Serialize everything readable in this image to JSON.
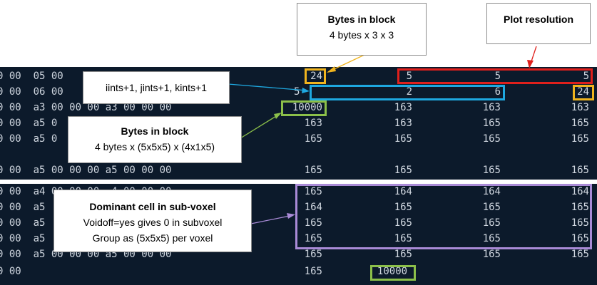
{
  "terminal_top": {
    "rows": [
      {
        "hex": "0 00  05 00",
        "cols": [
          "24",
          "5",
          "5",
          "5"
        ]
      },
      {
        "hex": "0 00  06 00",
        "cols": [
          "5",
          "2",
          "6",
          "24"
        ]
      },
      {
        "hex": "0 00  a3 00 00 00 a3 00 00 00",
        "cols": [
          "10000",
          "163",
          "163",
          "163"
        ]
      },
      {
        "hex": "0 00  a5 0",
        "cols": [
          "163",
          "163",
          "165",
          "165"
        ]
      },
      {
        "hex": "0 00  a5 0",
        "cols": [
          "165",
          "165",
          "165",
          "165"
        ]
      },
      {
        "hex": "0 00  a5 00 00 00 a5 00 00 00",
        "cols": [
          "165",
          "165",
          "165",
          "165"
        ]
      }
    ]
  },
  "terminal_bottom": {
    "rows": [
      {
        "hex": "0 00  a4 00 00 00  4 00 00 00",
        "cols": [
          "165",
          "164",
          "164",
          "164"
        ]
      },
      {
        "hex": "0 00  a5",
        "cols": [
          "164",
          "165",
          "165",
          "165"
        ]
      },
      {
        "hex": "0 00  a5",
        "cols": [
          "165",
          "165",
          "165",
          "165"
        ]
      },
      {
        "hex": "0 00  a5",
        "cols": [
          "165",
          "165",
          "165",
          "165"
        ]
      },
      {
        "hex": "0 00  a5 00 00 00 a5 00 00 00",
        "cols": [
          "165",
          "165",
          "165",
          "165"
        ]
      },
      {
        "hex": "0 00",
        "cols": [
          "165",
          "10000",
          "",
          ""
        ]
      }
    ]
  },
  "callouts": {
    "bytes_top": {
      "title": "Bytes in block",
      "line1": "4 bytes x 3 x 3"
    },
    "plot_res": {
      "title": "Plot resolution"
    },
    "iints": {
      "line1": "iints+1, jints+1, kints+1"
    },
    "bytes_mid": {
      "title": "Bytes in block",
      "line1": "4 bytes x (5x5x5) x (4x1x5)"
    },
    "dominant": {
      "title": "Dominant cell in sub-voxel",
      "line1": "Voidoff=yes gives 0 in subvoxel",
      "line2": "Group as (5x5x5) per voxel"
    }
  },
  "colors": {
    "terminal_bg": "#0c1a2b",
    "terminal_text": "#cfd6df",
    "orange": "#f0b41e",
    "red": "#e0201c",
    "blue": "#1ea8e0",
    "green": "#8cc04a",
    "purple": "#a98ad6"
  }
}
